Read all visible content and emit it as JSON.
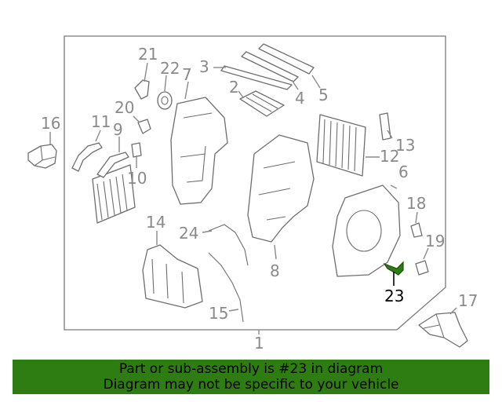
{
  "diagram": {
    "highlight_color": "#2e7d12",
    "callouts": {
      "c1": "1",
      "c2": "2",
      "c3": "3",
      "c4": "4",
      "c5": "5",
      "c6": "6",
      "c7": "7",
      "c8": "8",
      "c9": "9",
      "c10": "10",
      "c11": "11",
      "c12": "12",
      "c13": "13",
      "c14": "14",
      "c15": "15",
      "c16": "16",
      "c17": "17",
      "c18": "18",
      "c19": "19",
      "c20": "20",
      "c21": "21",
      "c22": "22",
      "c23": "23",
      "c24": "24"
    }
  },
  "banner": {
    "line1": "Part or sub-assembly is #23 in diagram",
    "line2": "Diagram may not be specific to your vehicle",
    "background": "#2e7d12"
  }
}
